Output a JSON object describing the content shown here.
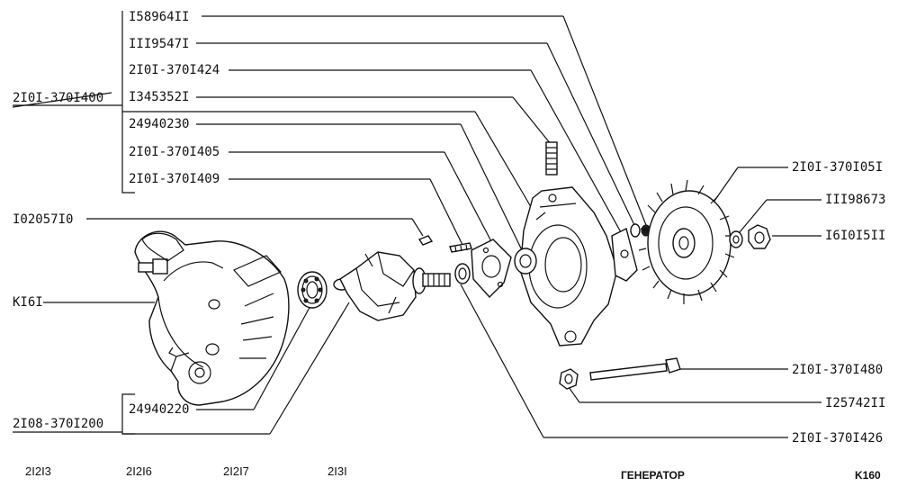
{
  "labels": {
    "assembly_top": "2I0I-370I400",
    "assembly_bottom": "2I08-370I200",
    "p_158964": "I58964II",
    "p_119547": "III9547I",
    "p_1424": "2I0I-370I424",
    "p_1345352": "I345352I",
    "p_24940230": "24940230",
    "p_1405": "2I0I-370I405",
    "p_1409": "2I0I-370I409",
    "p_102057": "I02057I0",
    "p_k161": "KI6I",
    "p_24940220": "24940220",
    "p_105": "2I0I-370I05I",
    "p_119867": "III98673",
    "p_161015": "I6I0I5II",
    "p_1480": "2I0I-370I480",
    "p_125742": "I25742II",
    "p_1426": "2I0I-370I426"
  },
  "footer": {
    "c1": "2I2I3",
    "c2": "2I2I6",
    "c3": "2I2I7",
    "c4": "2I3I",
    "title": "ГЕНЕРАТОР",
    "page": "K160"
  }
}
